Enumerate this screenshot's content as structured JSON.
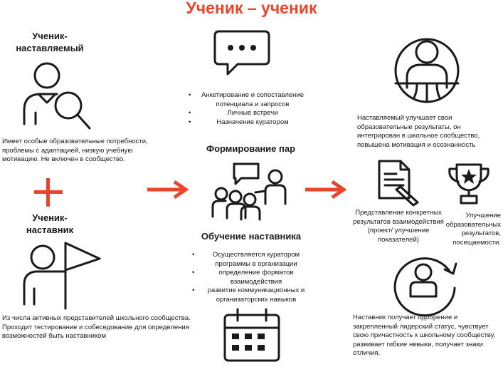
{
  "title": "Ученик – ученик",
  "left": {
    "mentee_heading": "Ученик-\nнаставляемый",
    "mentee_desc": "Имеет особые образовательные потребности, проблемы с адаптацией, низкую учебную мотивацию. Не включен в сообщество.",
    "plus_symbol": "+",
    "mentor_heading": "Ученик-\nнаставник",
    "mentor_desc": "Из числа активных представителей школьного сообщества. Проходит тестирование и собеседование для определения возможностей быть наставником"
  },
  "middle": {
    "top_bullets": [
      "Анкетирование и сопоставление потенциала и запросов",
      "Личные встречи",
      "Назначение куратором"
    ],
    "pairs_heading": "Формирование пар",
    "training_heading": "Обучение наставника",
    "training_bullets": [
      "Осуществляется куратором программы в организации",
      "определение форматов взаимодействия",
      "развитие коммуникационных и организаторских навыков"
    ]
  },
  "right": {
    "mentee_result": "Наставляемый улучшает свои образовательные результаты, он интегрирован в школьное сообщество, повышена мотивация и осознанность",
    "results_presentation": "Представление конкретных результатов взаимодействия (проект/ улучшение показателей)",
    "improvement": "Улучшение образовательных результатов, посещаемости.",
    "mentor_result": "Наставник получает одобрение и закрепленный лидерский статус, чувствует свою причастность к школьному сообществу, развивает гибкие нввыки, получает знаки отличия."
  },
  "colors": {
    "accent": "#e8452c",
    "text": "#1a1a1a"
  },
  "icons": [
    "chat-bubble-icon",
    "person-magnifier-icon",
    "person-globe-icon",
    "document-pen-icon",
    "trophy-icon",
    "plus-icon",
    "arrow-right-icon",
    "teacher-group-icon",
    "person-flag-icon",
    "person-cycle-icon",
    "calendar-icon"
  ]
}
